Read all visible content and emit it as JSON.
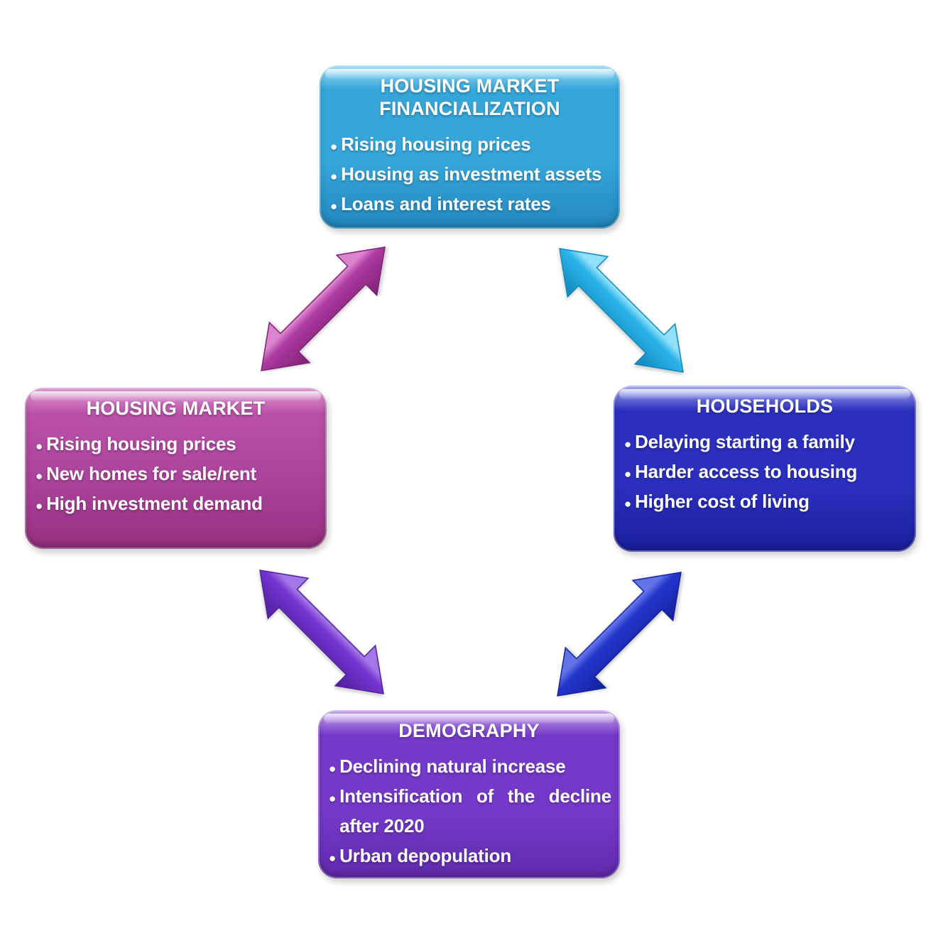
{
  "theme": {
    "page-bg": "#ffffff",
    "text": "#ffffff",
    "cyan-band": "#9fe0f6",
    "cyan-main": "#35a6da",
    "cyan-dark": "#2387be",
    "blue-band": "#a9aff2",
    "blue-main": "#2b2fbe",
    "blue-dark": "#1b209e",
    "purple-band": "#c9a9ef",
    "purple-main": "#7539c9",
    "purple-dark": "#5f2bac",
    "magenta-band": "#dd9ad1",
    "magenta-main": "#bb51aa",
    "magenta-dark": "#94307f",
    "arrow-magenta-light": "#dc83cf",
    "arrow-magenta-main": "#ae3aa2",
    "arrow-magenta-dark": "#7c2173",
    "arrow-cyan-light": "#90e0f8",
    "arrow-cyan-main": "#2ab4e8",
    "arrow-cyan-dark": "#1186bc",
    "arrow-blue-light": "#6374e8",
    "arrow-blue-main": "#2336cc",
    "arrow-blue-dark": "#14209a",
    "arrow-purple-light": "#a276e6",
    "arrow-purple-main": "#7334d0",
    "arrow-purple-dark": "#4f1f9c"
  },
  "ui": {
    "bullet_glyph": "●"
  },
  "diagram": {
    "type": "cycle-diagram",
    "nodes": [
      {
        "id": "housing-market-financialization",
        "title": "HOUSING MARKET FINANCIALIZATION",
        "color": "#35a6da",
        "bullets": [
          "Rising housing prices",
          "Housing as investment assets",
          "Loans and interest rates"
        ]
      },
      {
        "id": "households",
        "title": "HOUSEHOLDS",
        "color": "#2b2fbe",
        "bullets": [
          "Delaying starting a family",
          "Harder access to housing",
          "Higher cost of living"
        ]
      },
      {
        "id": "demography",
        "title": "DEMOGRAPHY",
        "color": "#7539c9",
        "bullets": [
          "Declining natural increase",
          "Intensification of the decline after 2020",
          "Urban depopulation"
        ]
      },
      {
        "id": "housing-market",
        "title": "HOUSING MARKET",
        "color": "#bb51aa",
        "bullets": [
          "Rising housing prices",
          "New homes for sale/rent",
          "High investment demand"
        ]
      }
    ],
    "arrows": [
      {
        "id": "housing-market-to-financialization",
        "color": "#ae3aa2",
        "bidirectional": true,
        "connects": [
          "HOUSING MARKET",
          "HOUSING MARKET FINANCIALIZATION"
        ]
      },
      {
        "id": "financialization-to-households",
        "color": "#2ab4e8",
        "bidirectional": true,
        "connects": [
          "HOUSING MARKET FINANCIALIZATION",
          "HOUSEHOLDS"
        ]
      },
      {
        "id": "households-to-demography",
        "color": "#2336cc",
        "bidirectional": true,
        "connects": [
          "HOUSEHOLDS",
          "DEMOGRAPHY"
        ]
      },
      {
        "id": "demography-to-housing-market",
        "color": "#7334d0",
        "bidirectional": true,
        "connects": [
          "DEMOGRAPHY",
          "HOUSING MARKET"
        ]
      }
    ]
  }
}
